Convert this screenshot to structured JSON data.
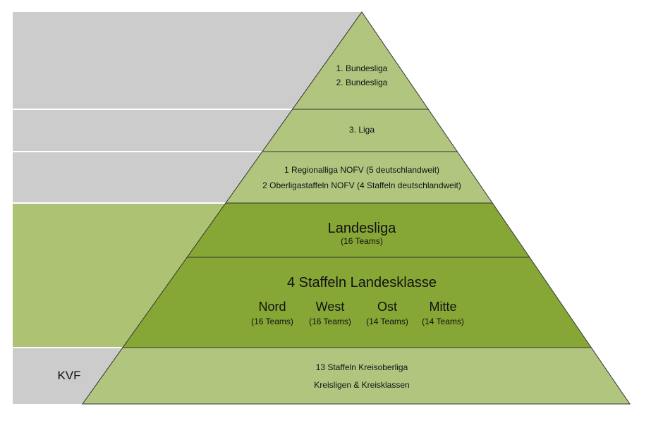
{
  "colors": {
    "gray": "#cccccc",
    "panel_green": "#adc373",
    "light_green": "#b1c57f",
    "dark_green": "#86a635",
    "line": "#333333"
  },
  "side_panels": {
    "kvf_label": "KVF"
  },
  "levels": {
    "bundesliga": {
      "line1": "1. Bundesliga",
      "line2": "2. Bundesliga"
    },
    "liga3": {
      "line1": "3. Liga"
    },
    "regional": {
      "line1": "1 Regionalliga NOFV (5 deutschlandweit)",
      "line2": "2 Oberligastaffeln NOFV (4 Staffeln deutschlandweit)"
    },
    "landesliga": {
      "title": "Landesliga",
      "teams": "(16 Teams)"
    },
    "landesklasse": {
      "title": "4 Staffeln Landesklasse",
      "staffeln": [
        {
          "name": "Nord",
          "teams": "(16 Teams)"
        },
        {
          "name": "West",
          "teams": "(16 Teams)"
        },
        {
          "name": "Ost",
          "teams": "(14 Teams)"
        },
        {
          "name": "Mitte",
          "teams": "(14 Teams)"
        }
      ]
    },
    "kreis": {
      "line1": "13 Staffeln Kreisoberliga",
      "line2": "Kreisligen & Kreisklassen"
    }
  }
}
